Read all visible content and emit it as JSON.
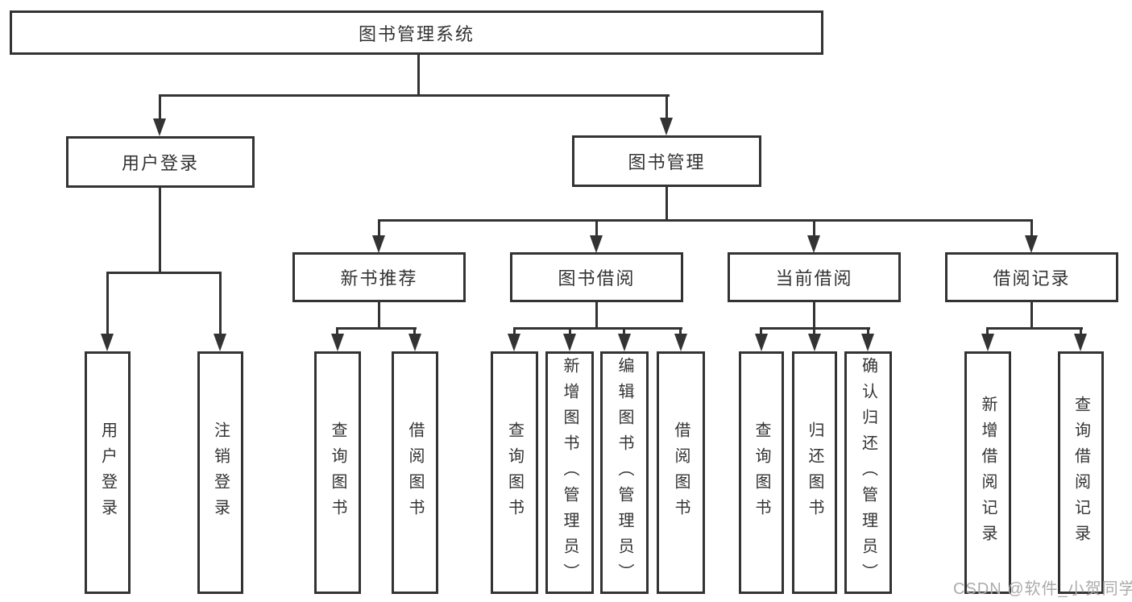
{
  "diagram": {
    "title": "图书管理系统",
    "colors": {
      "line": "#333333",
      "box_border": "#333333",
      "text": "#333333",
      "watermark_text": "#ababab",
      "background": "#ffffff"
    },
    "nodes": {
      "root": {
        "label": "图书管理系统"
      },
      "user_login": {
        "label": "用户登录"
      },
      "book_mgmt": {
        "label": "图书管理"
      },
      "new_book_rec": {
        "label": "新书推荐"
      },
      "book_borrow": {
        "label": "图书借阅"
      },
      "current_borrow": {
        "label": "当前借阅"
      },
      "borrow_records": {
        "label": "借阅记录"
      },
      "leaves": {
        "user_login": {
          "label": "用户登录"
        },
        "logout": {
          "label": "注销登录"
        },
        "query_book_1": {
          "label": "查询图书"
        },
        "borrow_book_1": {
          "label": "借阅图书"
        },
        "query_book_2": {
          "label": "查询图书"
        },
        "add_book": {
          "label": "新增图书（管理员）"
        },
        "edit_book": {
          "label": "编辑图书（管理员）"
        },
        "borrow_book_2": {
          "label": "借阅图书"
        },
        "query_book_3": {
          "label": "查询图书"
        },
        "return_book": {
          "label": "归还图书"
        },
        "confirm_return": {
          "label": "确认归还（管理员）"
        },
        "add_borrow_record": {
          "label": "新增借阅记录"
        },
        "query_borrow_record": {
          "label": "查询借阅记录"
        }
      }
    },
    "hierarchy": {
      "图书管理系统": [
        "用户登录",
        "图书管理"
      ],
      "用户登录": [
        "用户登录",
        "注销登录"
      ],
      "图书管理": [
        "新书推荐",
        "图书借阅",
        "当前借阅",
        "借阅记录"
      ],
      "新书推荐": [
        "查询图书",
        "借阅图书"
      ],
      "图书借阅": [
        "查询图书",
        "新增图书（管理员）",
        "编辑图书（管理员）",
        "借阅图书"
      ],
      "当前借阅": [
        "查询图书",
        "归还图书",
        "确认归还（管理员）"
      ],
      "借阅记录": [
        "新增借阅记录",
        "查询借阅记录"
      ]
    },
    "watermark": "CSDN @软件_小贺同学"
  }
}
